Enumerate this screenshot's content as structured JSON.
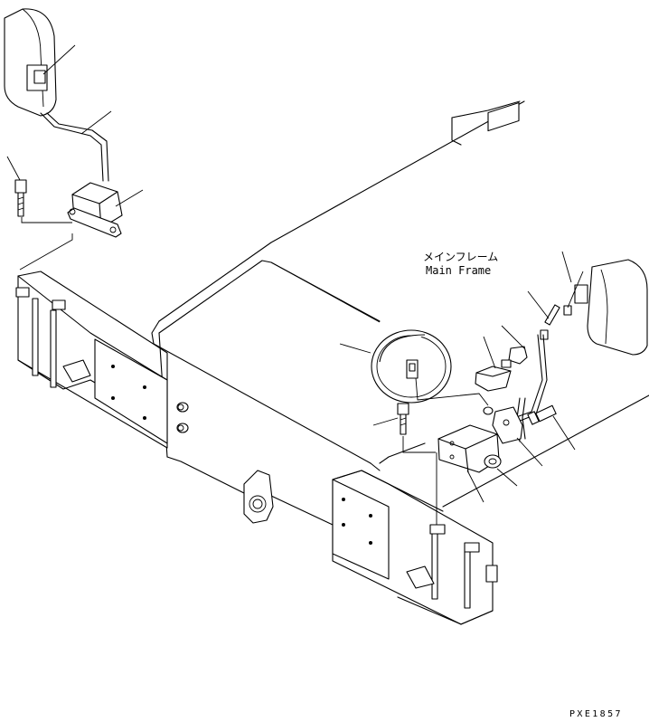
{
  "labels": {
    "main_frame_jp": "メインフレーム",
    "main_frame_en": "Main Frame"
  },
  "drawing_code": "PXE1857"
}
